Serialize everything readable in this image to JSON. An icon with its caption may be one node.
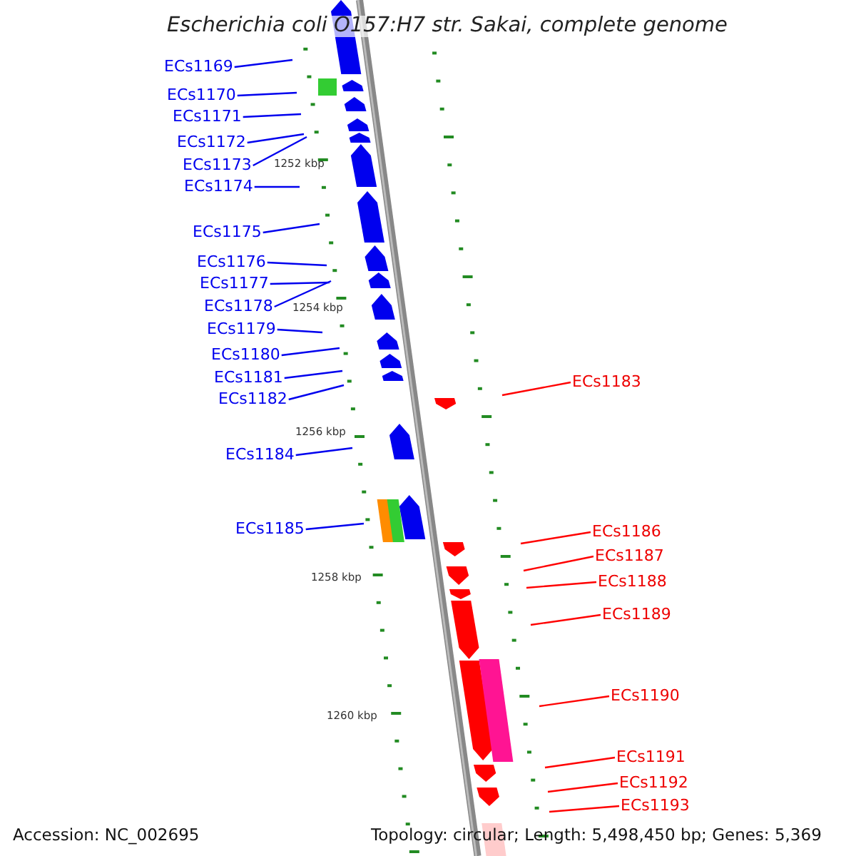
{
  "diagram": {
    "title": "Escherichia coli O157:H7 str. Sakai, complete genome",
    "nodes": [
      {
        "text": [
          "ECs1169"
        ]
      },
      {
        "text": [
          "ECs1170"
        ]
      },
      {
        "text": [
          "ECs1171"
        ]
      },
      {
        "text": [
          "ECs1172"
        ]
      },
      {
        "text": [
          "ECs1173"
        ]
      },
      {
        "text": [
          "ECs1174"
        ]
      },
      {
        "text": [
          "ECs1175"
        ]
      },
      {
        "text": [
          "ECs1176"
        ]
      },
      {
        "text": [
          "ECs1177"
        ]
      },
      {
        "text": [
          "ECs1178"
        ]
      },
      {
        "text": [
          "ECs1179"
        ]
      },
      {
        "text": [
          "ECs1180"
        ]
      },
      {
        "text": [
          "ECs1181"
        ]
      },
      {
        "text": [
          "ECs1182"
        ]
      },
      {
        "text": [
          "ECs1183"
        ]
      },
      {
        "text": [
          "ECs1184"
        ]
      },
      {
        "text": [
          "ECs1185"
        ]
      },
      {
        "text": [
          "ECs1186"
        ]
      },
      {
        "text": [
          "ECs1187"
        ]
      },
      {
        "text": [
          "ECs1188"
        ]
      },
      {
        "text": [
          "ECs1189"
        ]
      },
      {
        "text": [
          "ECs1190"
        ]
      },
      {
        "text": [
          "ECs1191"
        ]
      },
      {
        "text": [
          "ECs1192"
        ]
      },
      {
        "text": [
          "ECs1193"
        ]
      }
    ],
    "edges": [
      {
        "from": 0,
        "to": null,
        "arrow": "none"
      },
      {
        "from": 1,
        "to": null,
        "arrow": "none"
      },
      {
        "from": 2,
        "to": null,
        "arrow": "none"
      },
      {
        "from": 3,
        "to": null,
        "arrow": "none"
      },
      {
        "from": 4,
        "to": null,
        "arrow": "none"
      },
      {
        "from": 5,
        "to": null,
        "arrow": "none"
      },
      {
        "from": 6,
        "to": null,
        "arrow": "none"
      },
      {
        "from": 7,
        "to": null,
        "arrow": "none"
      },
      {
        "from": 8,
        "to": null,
        "arrow": "none"
      },
      {
        "from": 9,
        "to": null,
        "arrow": "none"
      },
      {
        "from": 10,
        "to": null,
        "arrow": "none"
      },
      {
        "from": 11,
        "to": null,
        "arrow": "none"
      },
      {
        "from": 12,
        "to": null,
        "arrow": "none"
      },
      {
        "from": 13,
        "to": null,
        "arrow": "none"
      },
      {
        "from": 14,
        "to": null,
        "arrow": "none",
        "color": "#ff0000"
      },
      {
        "from": 15,
        "to": null,
        "arrow": "none"
      },
      {
        "from": 16,
        "to": null,
        "arrow": "none"
      },
      {
        "from": 17,
        "to": null,
        "arrow": "none",
        "color": "#ff0000"
      },
      {
        "from": 18,
        "to": null,
        "arrow": "none",
        "color": "#ff0000"
      },
      {
        "from": 19,
        "to": null,
        "arrow": "none",
        "color": "#ff0000"
      },
      {
        "from": 20,
        "to": null,
        "arrow": "none",
        "color": "#ff0000"
      },
      {
        "from": 21,
        "to": null,
        "arrow": "none",
        "color": "#ff0000"
      },
      {
        "from": 22,
        "to": null,
        "arrow": "none",
        "color": "#ff0000"
      },
      {
        "from": 23,
        "to": null,
        "arrow": "none",
        "color": "#ff0000"
      },
      {
        "from": 24,
        "to": null,
        "arrow": "none",
        "color": "#ff0000"
      }
    ],
    "labels": [
      "1252 kbp",
      "1254 kbp",
      "1256 kbp",
      "1258 kbp",
      "1260 kbp",
      "Accession: NC_002695",
      "Topology: circular; Length: 5,498,450 bp; Genes: 5,369"
    ]
  }
}
